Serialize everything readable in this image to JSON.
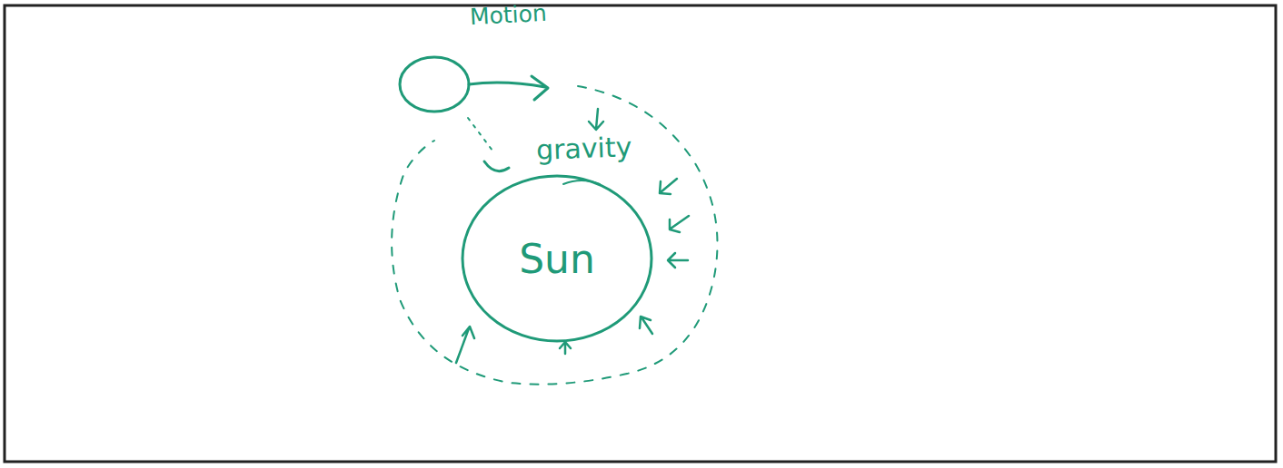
{
  "diagram": {
    "nodes": [
      {
        "text": [
          "Sun"
        ]
      }
    ],
    "labels": [
      "Motion",
      "gravity"
    ]
  }
}
